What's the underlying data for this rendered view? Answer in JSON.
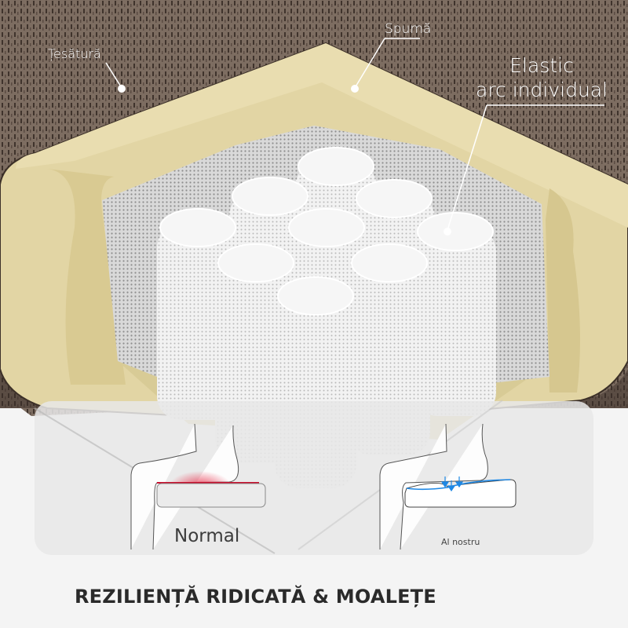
{
  "callouts": {
    "fabric": "Țesătură",
    "foam": "Spumă",
    "spring_line1": "Elastic",
    "spring_line2": "arc individual"
  },
  "comparison": {
    "normal_label": "Normal",
    "ours_label": "Al nostru"
  },
  "headline": "REZILIENȚĂ RIDICATĂ & MOALEȚE",
  "colors": {
    "fabric": "#7a6a5e",
    "foam": "#e3d6a6",
    "foam_shadow": "#d4c48c",
    "coil": "#eeeeee",
    "panel": "#e6e6e6",
    "pressure_red": "#c8102e",
    "support_blue": "#1e88e5",
    "background": "#f4f4f4"
  }
}
